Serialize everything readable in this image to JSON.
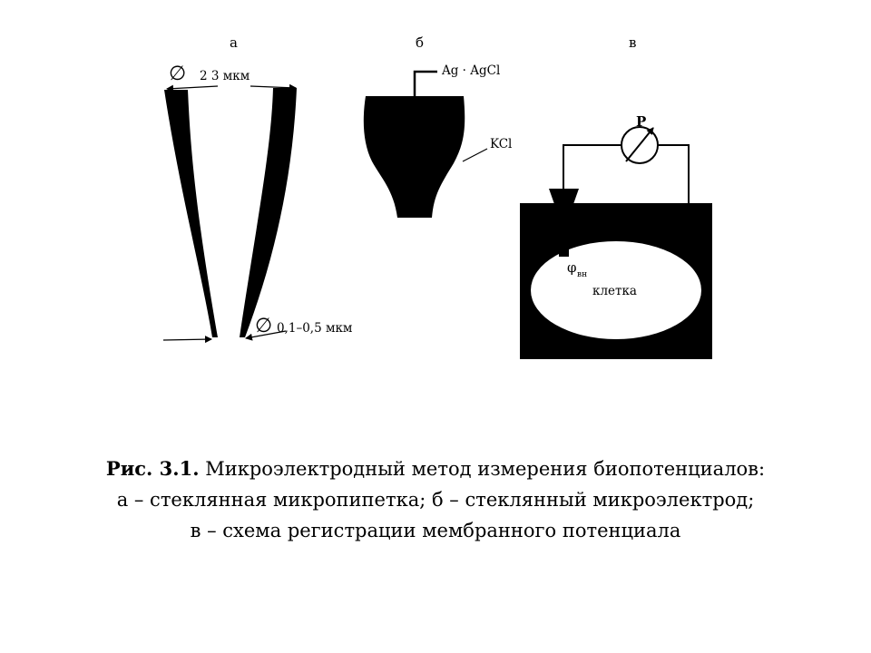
{
  "panels": {
    "a": {
      "letter": "а",
      "top_diameter_symbol": "∅",
      "top_diameter": "2  3 мкм",
      "tip_diameter_symbol": "∅",
      "tip_diameter": "0,1–0,5 мкм"
    },
    "b": {
      "letter": "б",
      "wire_label": "Ag · AgCl",
      "fill_label": "KCl"
    },
    "c": {
      "letter": "в",
      "meter_label": "Р",
      "potential_symbol": "φ",
      "potential_subscript": "вн",
      "cell_label": "клетка"
    }
  },
  "caption": {
    "lead": "Рис. 3.1.",
    "line1_rest": " Микроэлектродный метод измерения биопотенциалов:",
    "line2": "а – стеклянная микропипетка; б – стеклянный микроэлектрод;",
    "line3": "в – схема регистрации мембранного потенциала"
  }
}
